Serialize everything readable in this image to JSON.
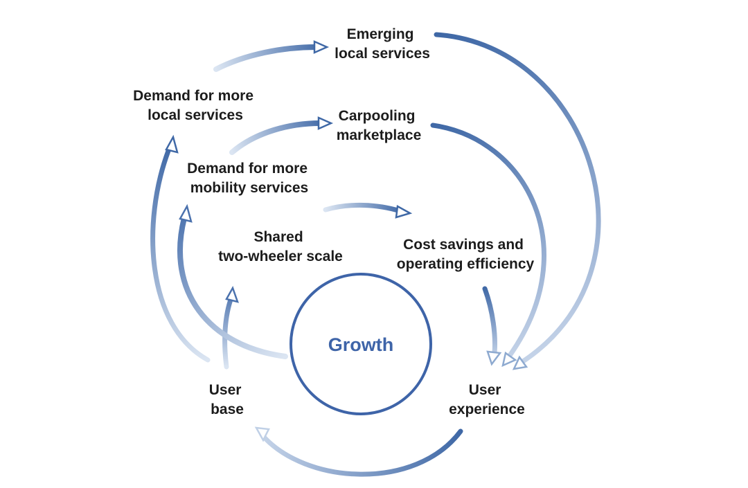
{
  "diagram": {
    "center": {
      "label": "Growth"
    },
    "nodes": {
      "user_base": [
        "User",
        "base"
      ],
      "user_experience": [
        "User",
        "experience"
      ],
      "shared_two_wheeler_scale": [
        "Shared",
        "two-wheeler scale"
      ],
      "cost_savings": [
        "Cost savings and",
        "operating efficiency"
      ],
      "demand_mobility": [
        "Demand for more",
        "mobility services"
      ],
      "carpooling_marketplace": [
        "Carpooling",
        "marketplace"
      ],
      "demand_local": [
        "Demand for more",
        "local services"
      ],
      "emerging_local_services": [
        "Emerging",
        "local services"
      ]
    },
    "colors": {
      "arrow_dark": "#3f68a6",
      "arrow_light": "#c8d6ea",
      "circle": "#3e64a8",
      "center_text": "#3e64a8",
      "label_text": "#1c1c1c"
    }
  }
}
